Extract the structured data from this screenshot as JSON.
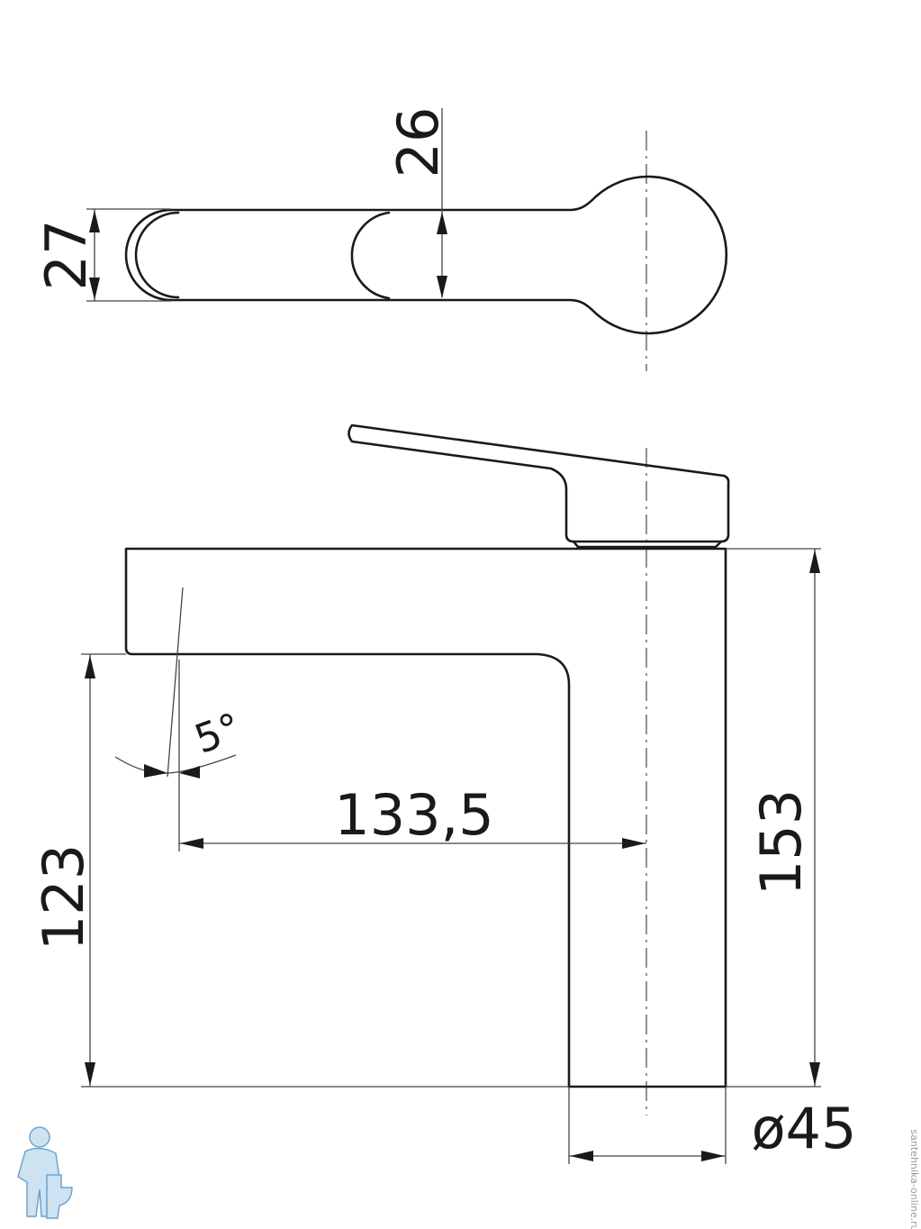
{
  "dimensions": {
    "handle_width": "27",
    "lever_thickness": "26",
    "reach": "133,5",
    "spout_height": "123",
    "total_height": "153",
    "base_diameter": "ø45",
    "spout_angle": "5°"
  },
  "watermark": "santehnika-online.ru",
  "logo": {
    "icon": "plumber-with-toilet-icon"
  },
  "colors": {
    "line": "#1a1a1a",
    "logo": "#6fa2cf"
  }
}
